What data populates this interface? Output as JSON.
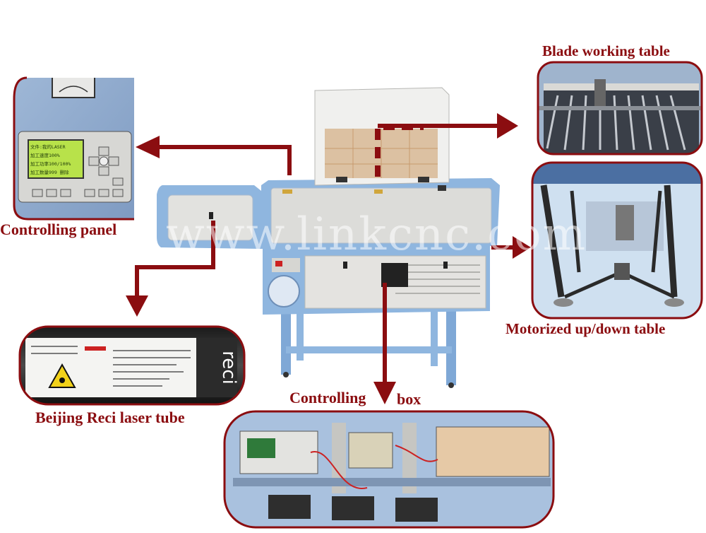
{
  "labels": {
    "blade_table": "Blade working table",
    "controlling_panel": "Controlling panel",
    "motorized_table": "Motorized up/down table",
    "laser_tube": "Beijing Reci laser tube",
    "controlling_box_1": "Controlling",
    "controlling_box_2": "box"
  },
  "watermark": "www.linkcnc.com",
  "lcd_lines": [
    "文件:我的LASER",
    "加工速度100%",
    "加工功率100/100%",
    "加工数量999 删除"
  ],
  "tube_brand": "reci",
  "colors": {
    "arrow": "#8b0d10",
    "frame_blue": "#8fb6df",
    "panel_gray": "#d9d9d6",
    "lcd_green": "#b8e24a"
  }
}
